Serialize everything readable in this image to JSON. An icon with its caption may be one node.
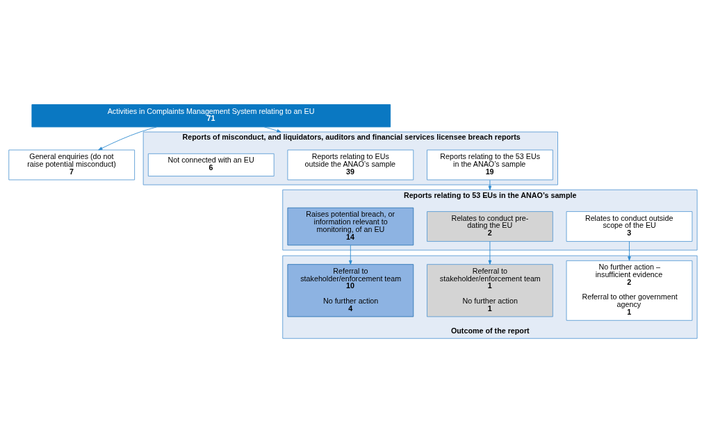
{
  "diagram": {
    "nodes": [
      {
        "text": [
          "Activities in Complaints Management System relating to an EU",
          "71"
        ]
      },
      {
        "text": [
          "General enquiries (do not raise potential misconduct)",
          "7"
        ]
      },
      {
        "text": [
          "Reports of misconduct, and liquidators, auditors and financial services licensee breach reports"
        ]
      },
      {
        "text": [
          "Reports relating to the 53 EUs in the ANAO’s sample",
          "19"
        ],
        "in": 2
      },
      {
        "text": [
          "Reports relating to EUs outside the ANAO’s sample",
          "39"
        ],
        "in": 2
      },
      {
        "text": [
          "Not connected with an EU",
          "6"
        ],
        "in": 2
      },
      {
        "text": [
          "Reports relating to 53 EUs in the ANAO’s sample"
        ]
      },
      {
        "text": [
          "Relates to conduct outside scope of the EU",
          "3"
        ],
        "in": 6
      },
      {
        "text": [
          "Relates to conduct pre-dating the EU",
          "2"
        ],
        "in": 6
      },
      {
        "text": [
          "Raises potential breach, or information relevant to monitoring, of an EU",
          "14"
        ],
        "in": 6
      },
      {
        "text": [
          "Outcome of the report"
        ]
      },
      {
        "text": [
          "No further action – insufficient evidence",
          "2",
          "Referral to other government agency",
          "1"
        ],
        "in": 10
      },
      {
        "text": [
          "Referral to stakeholder/enforcement team",
          "1",
          "No further action",
          "1"
        ],
        "in": 10
      },
      {
        "text": [
          "Referral to stakeholder/enforcement team",
          "10",
          "No further action",
          "4"
        ],
        "in": 10
      }
    ],
    "edges": [
      {
        "from": 0,
        "to": 1,
        "arrow": "to"
      },
      {
        "from": 0,
        "to": 2,
        "arrow": "to"
      },
      {
        "from": 3,
        "to": 6,
        "arrow": "to"
      },
      {
        "from": 7,
        "to": 11,
        "arrow": "to"
      },
      {
        "from": 8,
        "to": 12,
        "arrow": "to"
      },
      {
        "from": 9,
        "to": 13,
        "arrow": "to"
      }
    ]
  }
}
